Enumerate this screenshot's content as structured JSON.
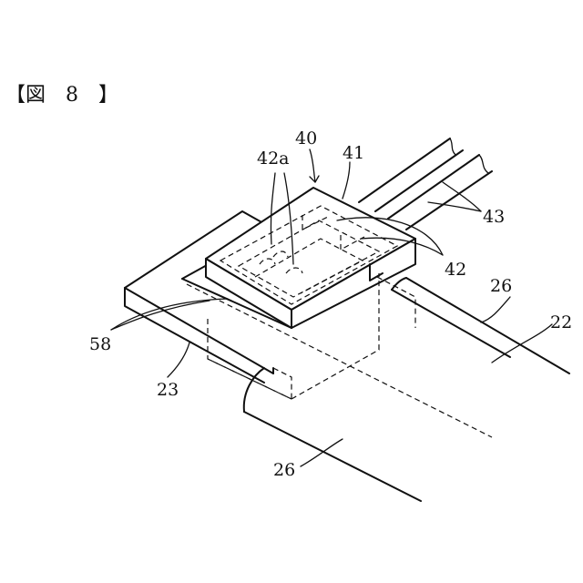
{
  "figure": {
    "title": "【図　8　】"
  },
  "labels": {
    "l40": "40",
    "l41": "41",
    "l42a": "42a",
    "l42": "42",
    "l43": "43",
    "l26a": "26",
    "l22": "22",
    "l58": "58",
    "l23": "23",
    "l26b": "26"
  }
}
